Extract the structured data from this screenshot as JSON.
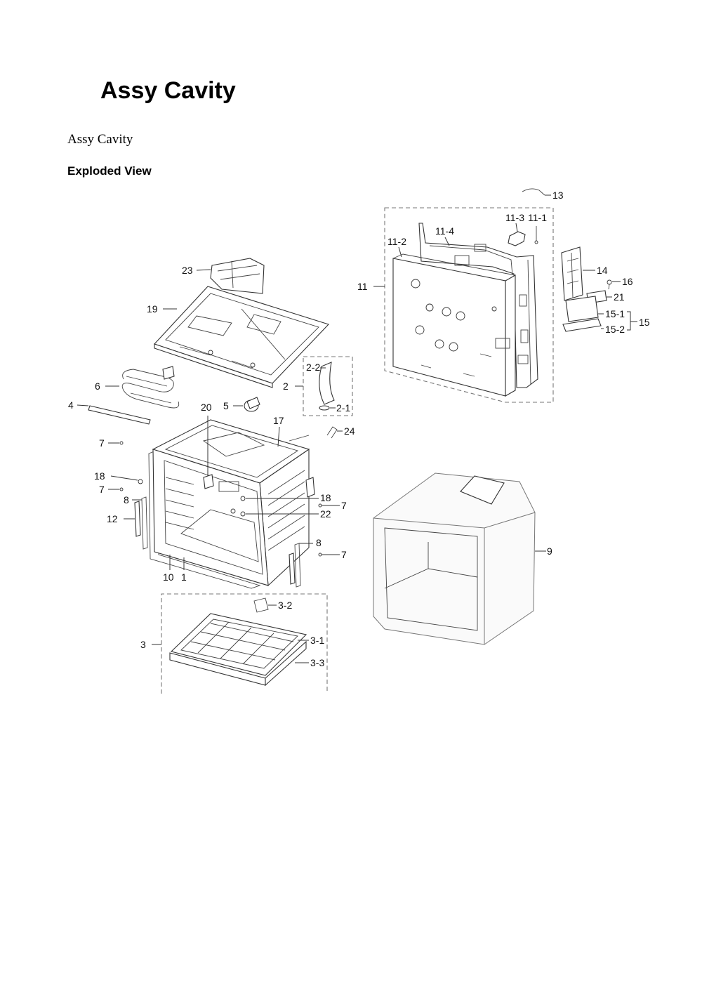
{
  "document": {
    "title": "Assy Cavity",
    "subtitle": "Assy Cavity",
    "section_heading": "Exploded View"
  },
  "diagram": {
    "callouts": {
      "c1": "1",
      "c2": "2",
      "c2_1": "2-1",
      "c2_2": "2-2",
      "c3": "3",
      "c3_1": "3-1",
      "c3_2": "3-2",
      "c3_3": "3-3",
      "c4": "4",
      "c5": "5",
      "c6": "6",
      "c7a": "7",
      "c7b": "7",
      "c7c": "7",
      "c7d": "7",
      "c8a": "8",
      "c8b": "8",
      "c9": "9",
      "c10": "10",
      "c11": "11",
      "c11_1": "11-1",
      "c11_2": "11-2",
      "c11_3": "11-3",
      "c11_4": "11-4",
      "c12": "12",
      "c13": "13",
      "c14": "14",
      "c15": "15",
      "c15_1": "15-1",
      "c15_2": "15-2",
      "c16": "16",
      "c17": "17",
      "c18a": "18",
      "c18b": "18",
      "c19": "19",
      "c20": "20",
      "c21": "21",
      "c22": "22",
      "c23": "23",
      "c24": "24"
    }
  }
}
